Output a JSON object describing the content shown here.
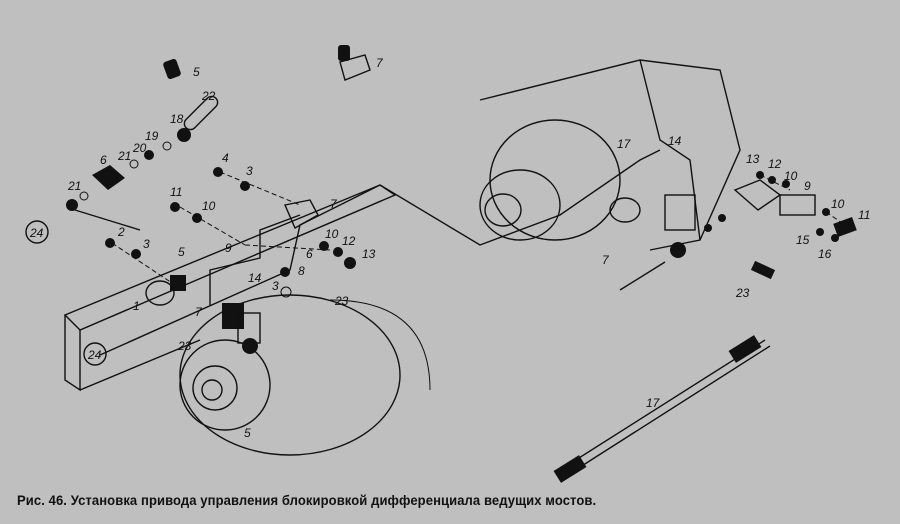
{
  "figure": {
    "caption": "Рис. 46. Установка привода управления блокировкой дифференциала ведущих мостов.",
    "callouts": [
      {
        "id": "c1",
        "text": "5"
      },
      {
        "id": "c2",
        "text": "7"
      },
      {
        "id": "c3",
        "text": "22"
      },
      {
        "id": "c4",
        "text": "18"
      },
      {
        "id": "c5",
        "text": "19"
      },
      {
        "id": "c6",
        "text": "20"
      },
      {
        "id": "c7",
        "text": "21"
      },
      {
        "id": "c8",
        "text": "6"
      },
      {
        "id": "c9",
        "text": "21"
      },
      {
        "id": "c10",
        "text": "24"
      },
      {
        "id": "c11",
        "text": "4"
      },
      {
        "id": "c12",
        "text": "3"
      },
      {
        "id": "c13",
        "text": "11"
      },
      {
        "id": "c14",
        "text": "10"
      },
      {
        "id": "c15",
        "text": "7"
      },
      {
        "id": "c16",
        "text": "2"
      },
      {
        "id": "c17",
        "text": "3"
      },
      {
        "id": "c18",
        "text": "5"
      },
      {
        "id": "c19",
        "text": "9"
      },
      {
        "id": "c20",
        "text": "10"
      },
      {
        "id": "c21",
        "text": "12"
      },
      {
        "id": "c22",
        "text": "13"
      },
      {
        "id": "c23",
        "text": "6"
      },
      {
        "id": "c24",
        "text": "8"
      },
      {
        "id": "c25",
        "text": "14"
      },
      {
        "id": "c26",
        "text": "3"
      },
      {
        "id": "c27",
        "text": "1"
      },
      {
        "id": "c28",
        "text": "7"
      },
      {
        "id": "c29",
        "text": "23"
      },
      {
        "id": "c30",
        "text": "24"
      },
      {
        "id": "c31",
        "text": "23"
      },
      {
        "id": "c32",
        "text": "5"
      },
      {
        "id": "c33",
        "text": "17"
      },
      {
        "id": "c34",
        "text": "14"
      },
      {
        "id": "c35",
        "text": "7"
      },
      {
        "id": "c36",
        "text": "13"
      },
      {
        "id": "c37",
        "text": "12"
      },
      {
        "id": "c38",
        "text": "10"
      },
      {
        "id": "c39",
        "text": "9"
      },
      {
        "id": "c40",
        "text": "10"
      },
      {
        "id": "c41",
        "text": "11"
      },
      {
        "id": "c42",
        "text": "15"
      },
      {
        "id": "c43",
        "text": "16"
      },
      {
        "id": "c44",
        "text": "23"
      },
      {
        "id": "c45",
        "text": "17"
      }
    ]
  }
}
